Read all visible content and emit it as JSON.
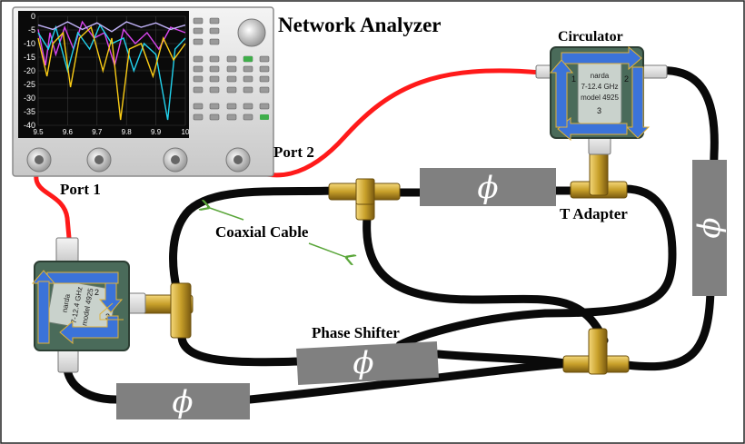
{
  "labels": {
    "network_analyzer": "Network Analyzer",
    "circulator": "Circulator",
    "port1": "Port 1",
    "port2": "Port 2",
    "coaxial_cable": "Coaxial Cable",
    "t_adapter": "T Adapter",
    "phase_shifter": "Phase Shifter"
  },
  "phase_shifter_symbol": "ϕ",
  "analyzer_screen": {
    "y_ticks": [
      "0",
      "-5",
      "-10",
      "-15",
      "-20",
      "-25",
      "-30",
      "-35",
      "-40"
    ],
    "x_ticks": [
      "9.5",
      "9.6",
      "9.7",
      "9.8",
      "9.9",
      "10"
    ],
    "trace_colors": [
      "#d946ef",
      "#22d3ee",
      "#facc15",
      "#c4b5fd"
    ]
  },
  "circulator_body": {
    "line1": "narda",
    "line2": "7-12.4 GHz",
    "line3": "model 4925",
    "port_a": "1",
    "port_b": "2",
    "port_c": "3"
  },
  "colors": {
    "cable_coax": "#0a0a0a",
    "cable_red": "#ff1a1a",
    "arrow_blue": "#3b73d9",
    "phase_shifter_box": "#808080",
    "pointer_green": "#5aa63a",
    "connector_gold": "#c8a02a"
  }
}
